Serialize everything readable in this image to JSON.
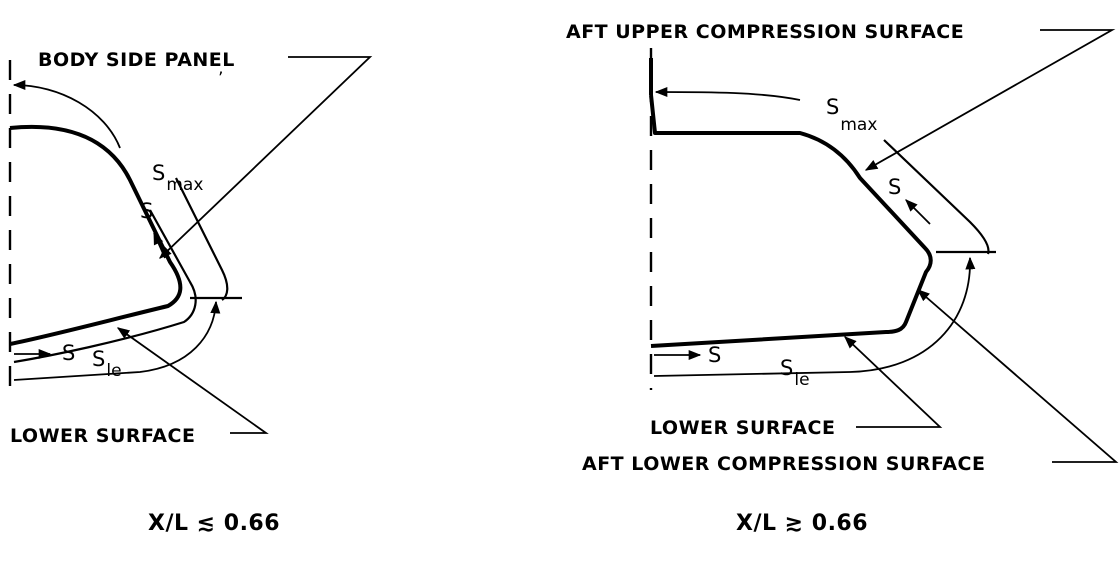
{
  "left_panel": {
    "body_side_panel_label": "BODY SIDE PANEL",
    "lower_surface_label": "LOWER SURFACE",
    "s_max_main": "S",
    "s_max_sub": "max",
    "s_arrow_label": "S",
    "s_lower_label": "S",
    "s_le_main": "S",
    "s_le_sub": "le",
    "caption": "X/L ≲ 0.66"
  },
  "right_panel": {
    "aft_upper_label": "AFT UPPER COMPRESSION SURFACE",
    "lower_surface_label": "LOWER SURFACE",
    "aft_lower_label": "AFT LOWER COMPRESSION SURFACE",
    "s_max_main": "S",
    "s_max_sub": "max",
    "s_arrow_label": "S",
    "s_lower_label": "S",
    "s_le_main": "S",
    "s_le_sub": "le",
    "caption": "X/L ≳ 0.66"
  }
}
